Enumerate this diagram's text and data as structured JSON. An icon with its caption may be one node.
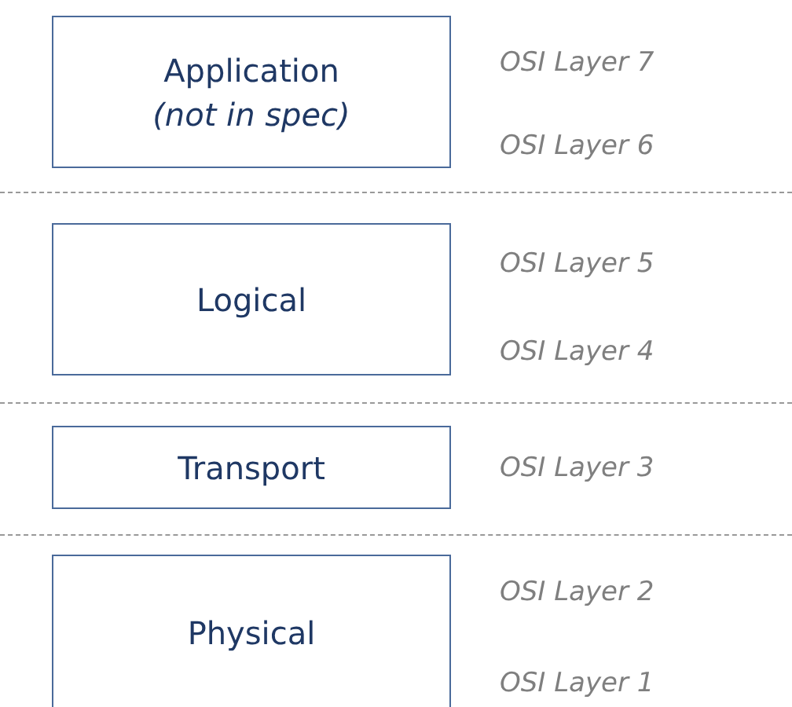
{
  "diagram": {
    "nodes": [
      {
        "text": [
          "Application",
          "(not in spec)"
        ],
        "beside": [
          "OSI Layer 7",
          "OSI Layer 6"
        ]
      },
      {
        "text": [
          "Logical"
        ],
        "beside": [
          "OSI Layer 5",
          "OSI Layer 4"
        ]
      },
      {
        "text": [
          "Transport"
        ],
        "beside": [
          "OSI Layer 3"
        ]
      },
      {
        "text": [
          "Physical"
        ],
        "beside": [
          "OSI Layer 2",
          "OSI Layer 1"
        ]
      }
    ],
    "edges": []
  }
}
